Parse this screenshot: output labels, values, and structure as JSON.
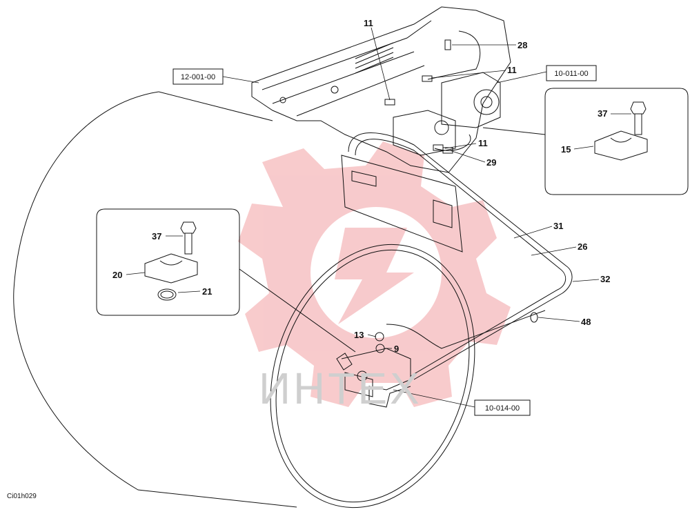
{
  "callouts": {
    "c11a": "11",
    "c28": "28",
    "c11b": "11",
    "c11c": "11",
    "c29": "29",
    "c37a": "37",
    "c15": "15",
    "c31": "31",
    "c26": "26",
    "c32": "32",
    "c48": "48",
    "c37b": "37",
    "c20": "20",
    "c21": "21",
    "c13": "13",
    "c9": "9"
  },
  "references": {
    "ref_12": "12-001-00",
    "ref_10_011": "10-011-00",
    "ref_10_014": "10-014-00"
  },
  "drawing_code": "Ci01h029",
  "watermark": {
    "text": "ИНТЕХ",
    "gear_color": "#f2a0a3",
    "text_color": "#cfcfcf"
  },
  "colors": {
    "line": "#111111",
    "background": "#ffffff"
  }
}
